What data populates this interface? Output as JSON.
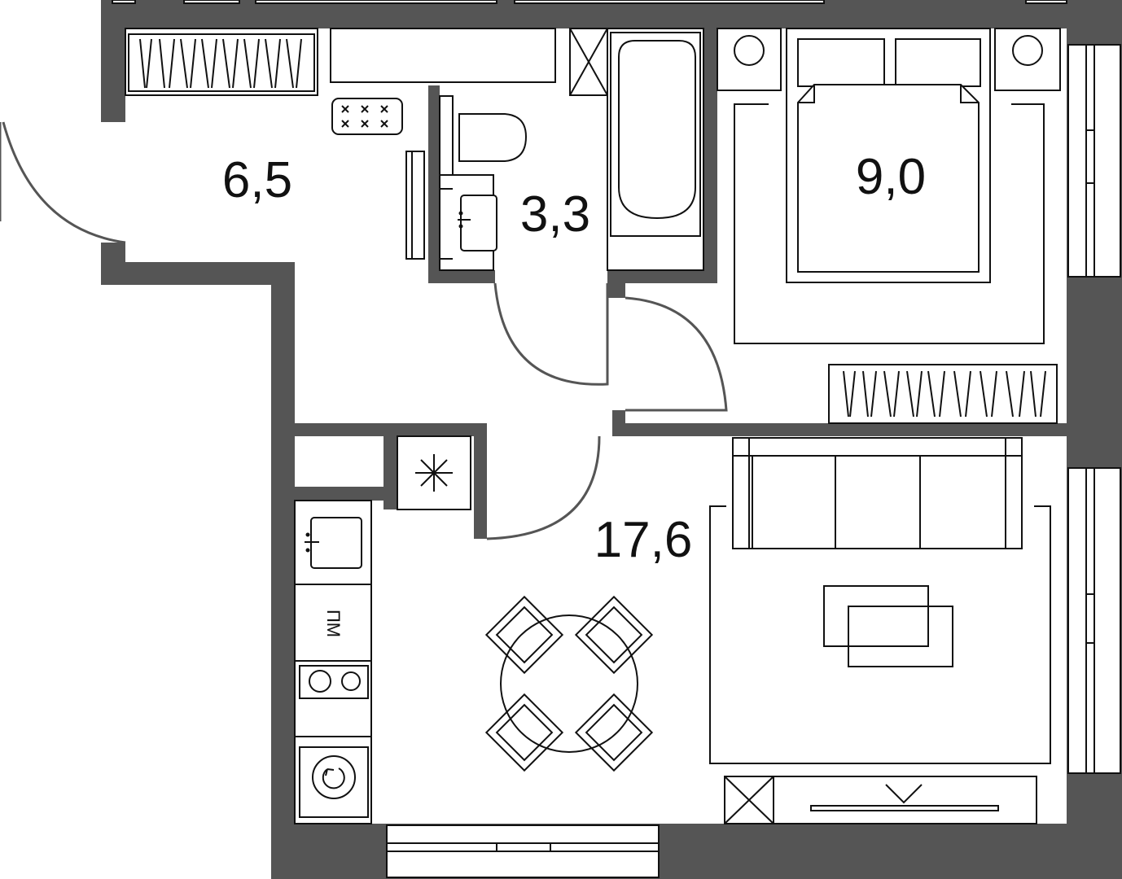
{
  "plan": {
    "rooms": [
      {
        "name": "hallway",
        "area": "6,5"
      },
      {
        "name": "bathroom",
        "area": "3,3"
      },
      {
        "name": "bedroom",
        "area": "9,0"
      },
      {
        "name": "living-kitchen",
        "area": "17,6"
      }
    ],
    "appliance_labels": {
      "dishwasher": "ПМ"
    }
  },
  "colors": {
    "wall": "#555555",
    "line": "#111111",
    "door_line": "#555555",
    "background": "#ffffff"
  }
}
